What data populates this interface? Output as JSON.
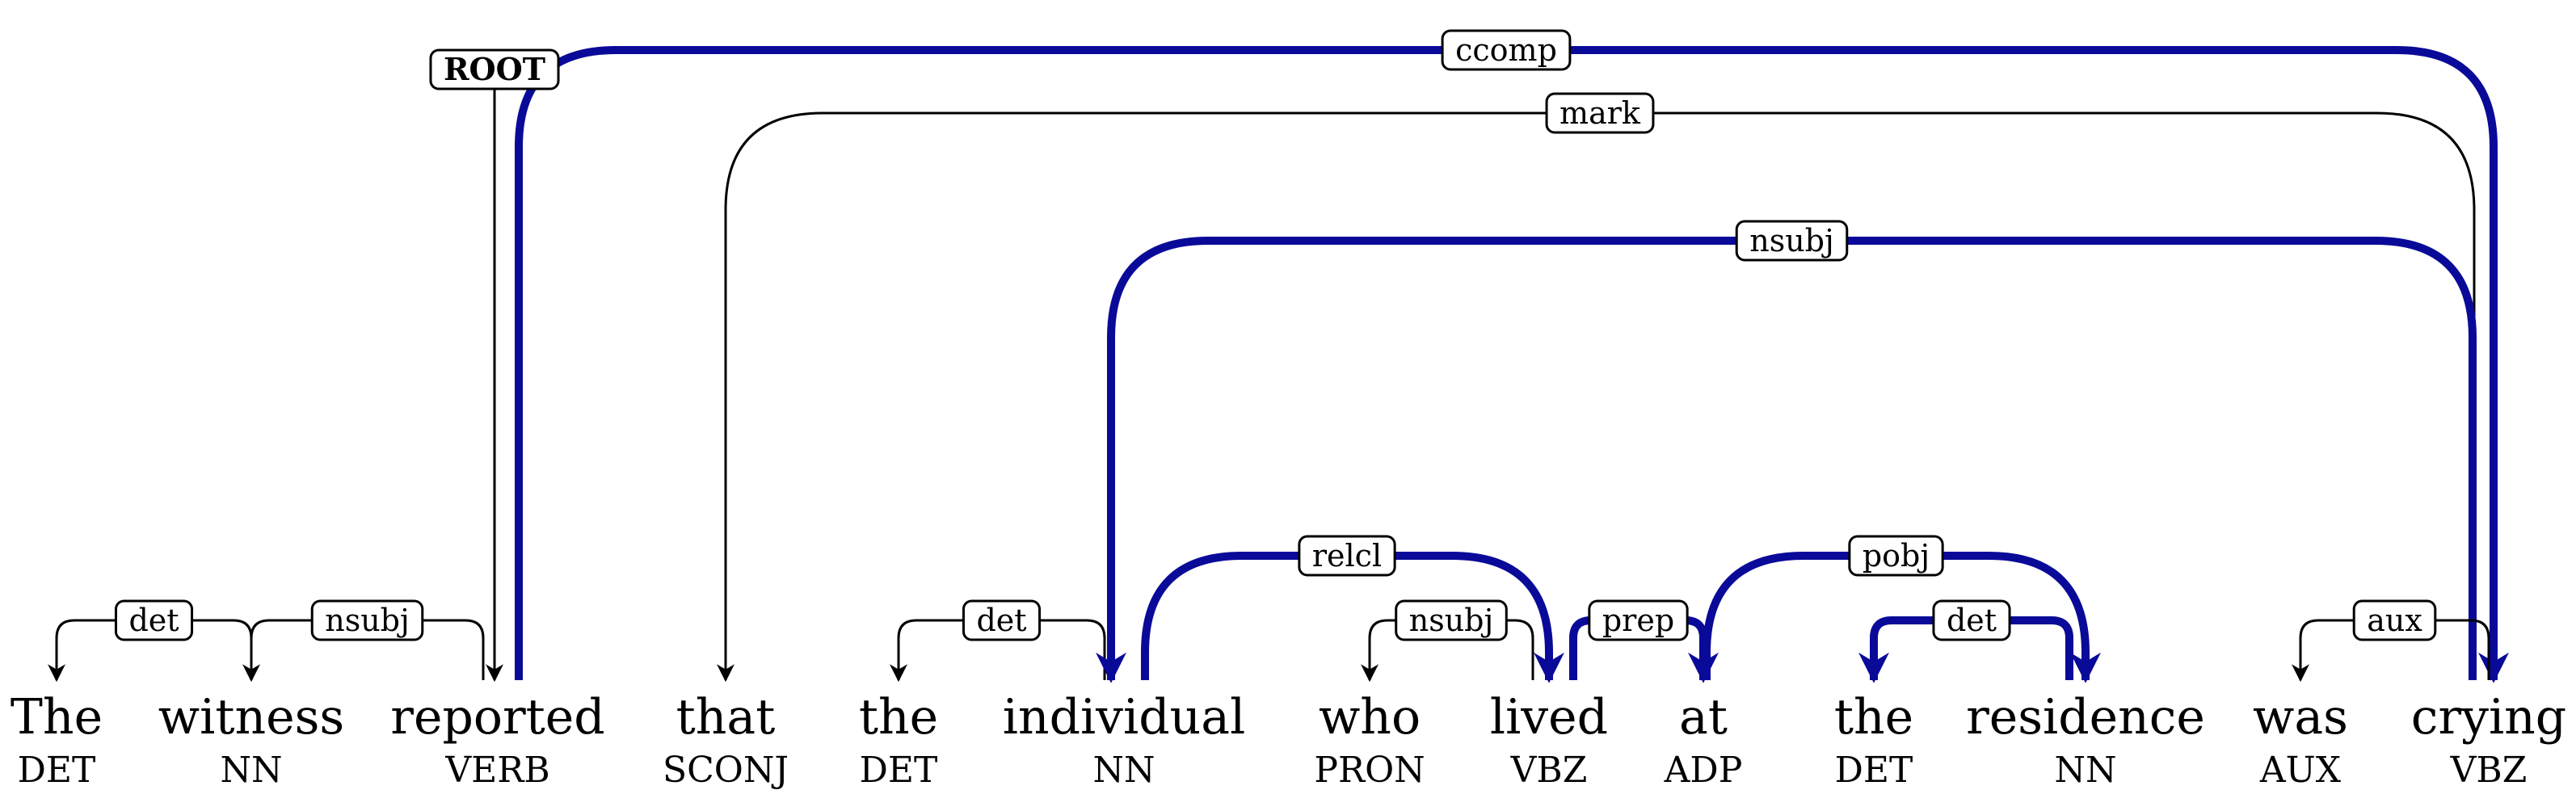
{
  "colors": {
    "thin": "#000000",
    "highlight": "#0a0a99"
  },
  "root_label": "ROOT",
  "tokens": [
    {
      "word": "The",
      "tag": "DET"
    },
    {
      "word": "witness",
      "tag": "NN"
    },
    {
      "word": "reported",
      "tag": "VERB"
    },
    {
      "word": "that",
      "tag": "SCONJ"
    },
    {
      "word": "the",
      "tag": "DET"
    },
    {
      "word": "individual",
      "tag": "NN"
    },
    {
      "word": "who",
      "tag": "PRON"
    },
    {
      "word": "lived",
      "tag": "VBZ"
    },
    {
      "word": "at",
      "tag": "ADP"
    },
    {
      "word": "the",
      "tag": "DET"
    },
    {
      "word": "residence",
      "tag": "NN"
    },
    {
      "word": "was",
      "tag": "AUX"
    },
    {
      "word": "crying",
      "tag": "VBZ"
    }
  ],
  "root_index": 2,
  "arcs": [
    {
      "label": "det",
      "head": 1,
      "dep": 0,
      "highlight": false
    },
    {
      "label": "nsubj",
      "head": 2,
      "dep": 1,
      "highlight": false
    },
    {
      "label": "ccomp",
      "head": 2,
      "dep": 12,
      "highlight": true
    },
    {
      "label": "mark",
      "head": 12,
      "dep": 3,
      "highlight": false
    },
    {
      "label": "det",
      "head": 5,
      "dep": 4,
      "highlight": false
    },
    {
      "label": "nsubj",
      "head": 12,
      "dep": 5,
      "highlight": true
    },
    {
      "label": "relcl",
      "head": 5,
      "dep": 7,
      "highlight": true
    },
    {
      "label": "nsubj",
      "head": 7,
      "dep": 6,
      "highlight": false
    },
    {
      "label": "prep",
      "head": 7,
      "dep": 8,
      "highlight": true
    },
    {
      "label": "pobj",
      "head": 8,
      "dep": 10,
      "highlight": true
    },
    {
      "label": "det",
      "head": 10,
      "dep": 9,
      "highlight": true
    },
    {
      "label": "aux",
      "head": 12,
      "dep": 11,
      "highlight": false
    }
  ]
}
